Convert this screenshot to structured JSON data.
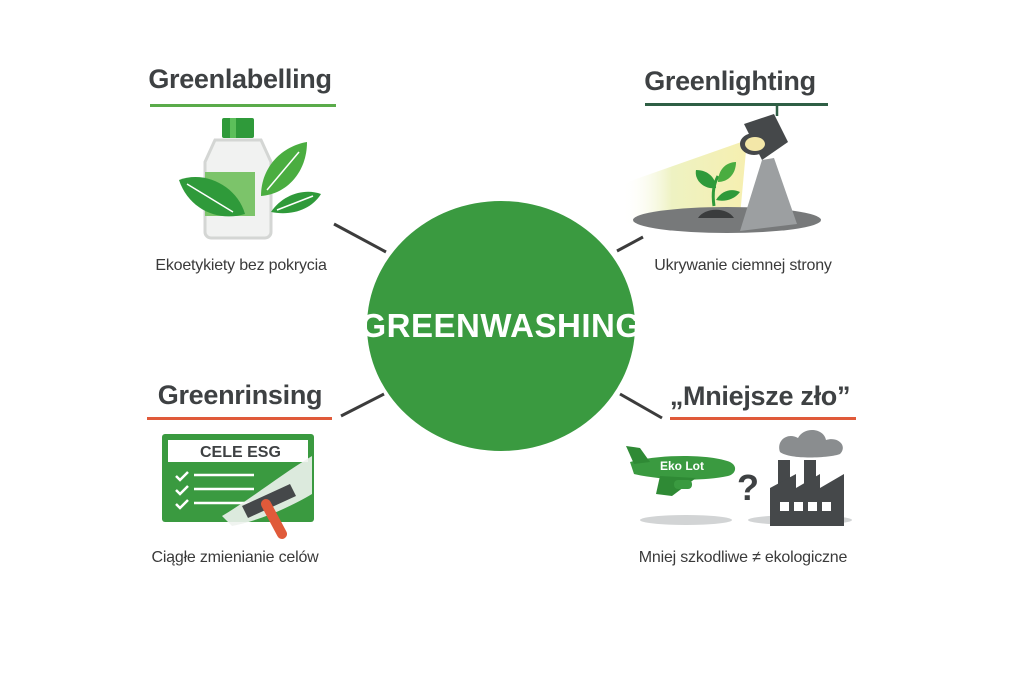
{
  "center": {
    "label": "GREENWASHING",
    "color": "#3a9a40"
  },
  "nodes": [
    {
      "id": "greenlabelling",
      "title": "Greenlabelling",
      "caption": "Ekoetykiety bez pokrycia",
      "underline_color": "#5aab4a",
      "icon": "bottle-with-leaves-icon"
    },
    {
      "id": "greenlighting",
      "title": "Greenlighting",
      "caption": "Ukrywanie ciemnej strony",
      "underline_color": "#2f5f45",
      "icon": "spotlight-on-plant-icon"
    },
    {
      "id": "greenrinsing",
      "title": "Greenrinsing",
      "caption": "Ciągłe zmienianie celów",
      "underline_color": "#e05a3a",
      "icon": "esg-board-squeegee-icon",
      "icon_text": "CELE ESG"
    },
    {
      "id": "lesser-evil",
      "title": "„Mniejsze zło”",
      "caption": "Mniej szkodliwe ≠ ekologiczne",
      "underline_color": "#e05a3a",
      "icon": "plane-vs-factory-icon",
      "icon_text": "Eko Lot",
      "question_mark": "?"
    }
  ]
}
